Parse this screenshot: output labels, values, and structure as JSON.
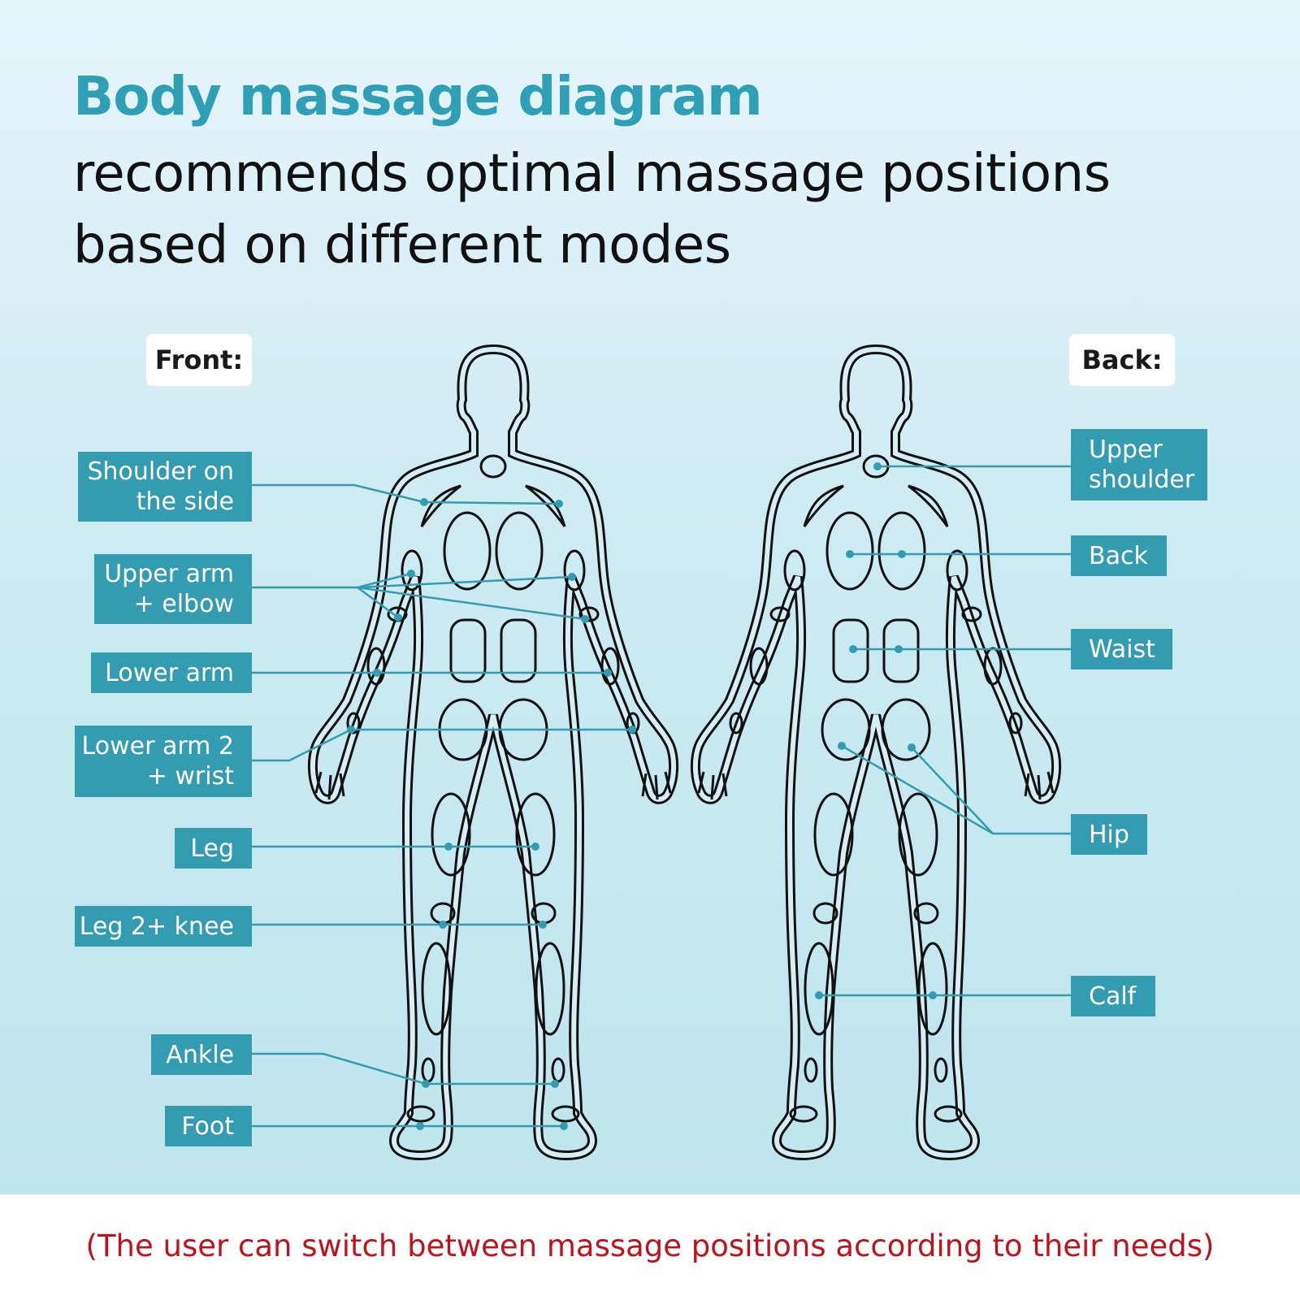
{
  "heading": {
    "title": "Body massage diagram",
    "subtitle_line1": "recommends optimal massage positions",
    "subtitle_line2": "based on different modes"
  },
  "views": {
    "front": "Front:",
    "back": "Back:"
  },
  "front_labels": {
    "shoulder_side": [
      "Shoulder on",
      "the side"
    ],
    "upper_arm": [
      "Upper arm",
      "+ elbow"
    ],
    "lower_arm": [
      "Lower arm"
    ],
    "lower_arm2": [
      "Lower arm 2",
      "+ wrist"
    ],
    "leg": [
      "Leg"
    ],
    "leg2": [
      "Leg 2+ knee"
    ],
    "ankle": [
      "Ankle"
    ],
    "foot": [
      "Foot"
    ]
  },
  "back_labels": {
    "upper_shoulder": [
      "Upper",
      "shoulder"
    ],
    "back": [
      "Back"
    ],
    "waist": [
      "Waist"
    ],
    "hip": [
      "Hip"
    ],
    "calf": [
      "Calf"
    ]
  },
  "footer_note": "(The user can switch between massage positions according to their needs)",
  "colors": {
    "accent": "#339cb0",
    "title": "#2f9fb6",
    "note": "#c4101a"
  }
}
